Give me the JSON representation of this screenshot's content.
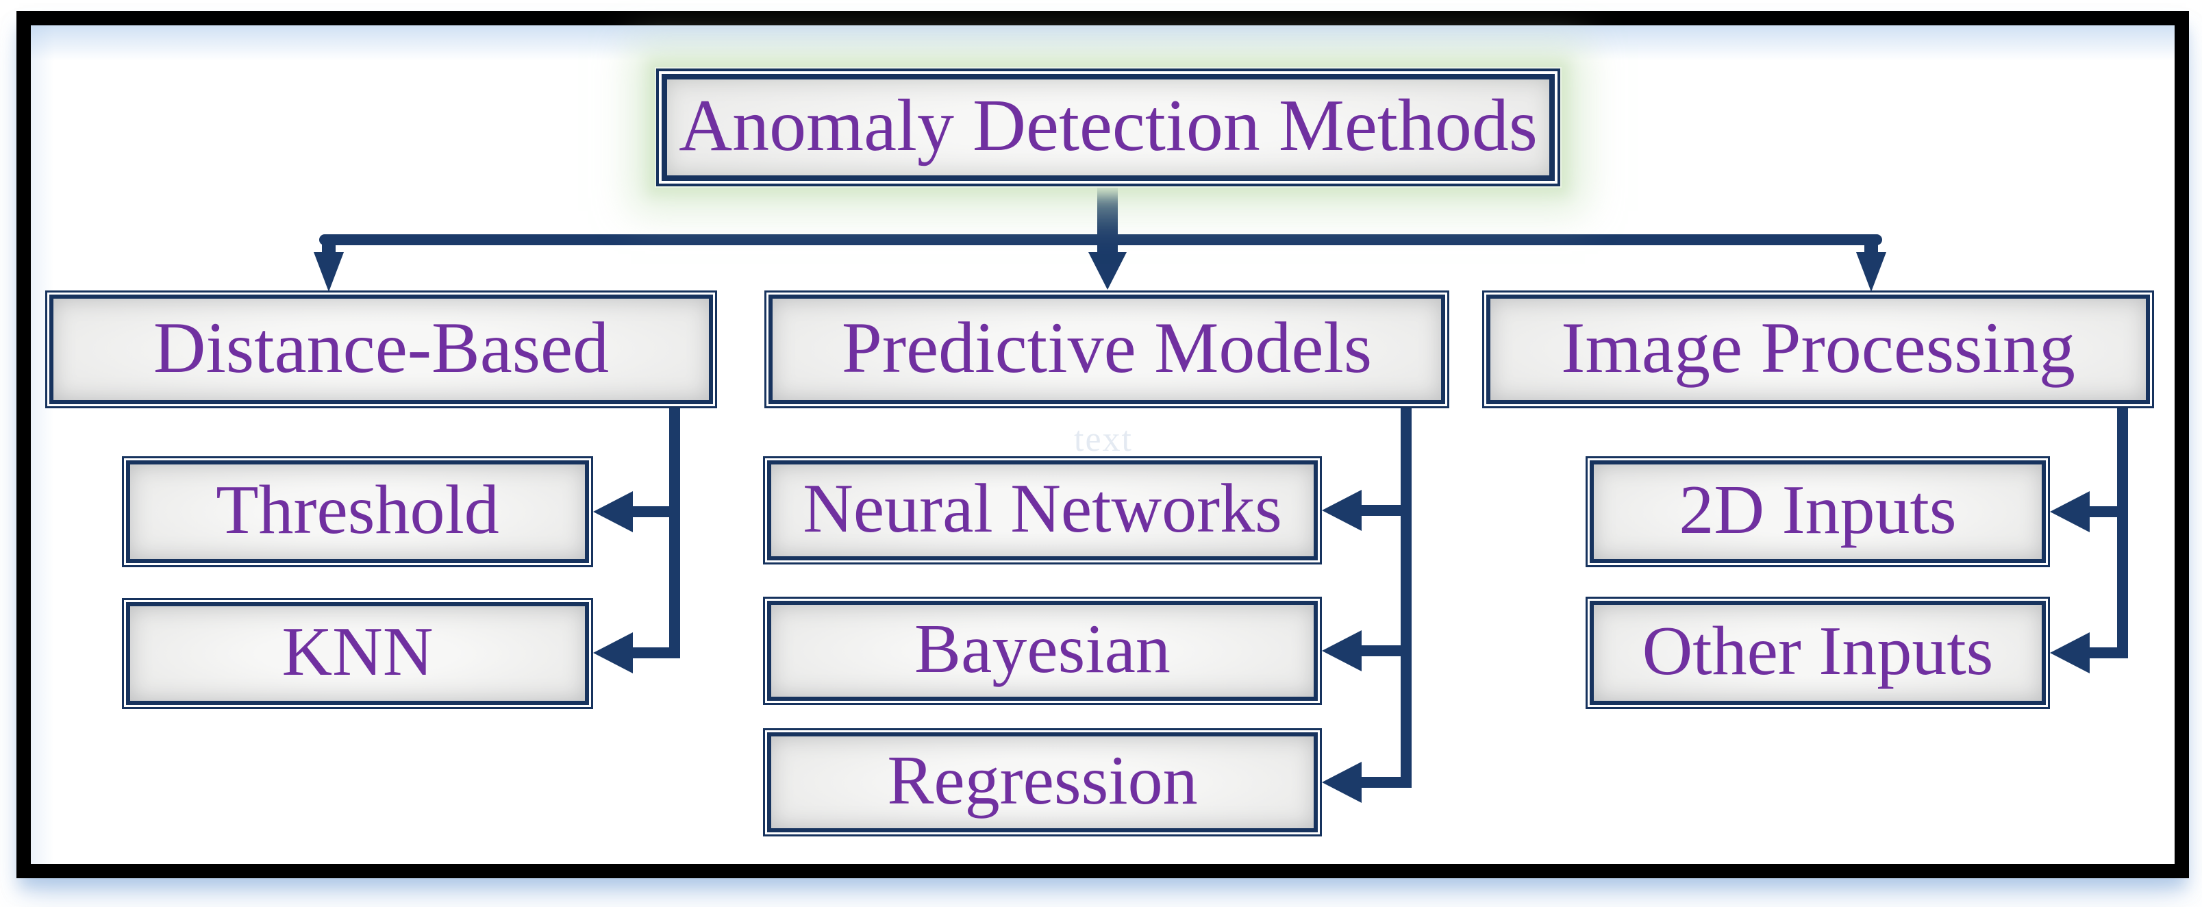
{
  "diagram": {
    "root": {
      "label": "Anomaly Detection Methods"
    },
    "branches": [
      {
        "label": "Distance-Based",
        "children": [
          {
            "label": "Threshold"
          },
          {
            "label": "KNN"
          }
        ]
      },
      {
        "label": "Predictive Models",
        "children": [
          {
            "label": "Neural Networks"
          },
          {
            "label": "Bayesian"
          },
          {
            "label": "Regression"
          }
        ]
      },
      {
        "label": "Image Processing",
        "children": [
          {
            "label": "2D Inputs"
          },
          {
            "label": "Other Inputs"
          }
        ]
      }
    ],
    "watermark": "text"
  },
  "palette": {
    "connector_navy": "#1b3a69",
    "border_navy": "#17335e",
    "label_purple": "#7030a0",
    "node_fill": "#ededed",
    "root_glow_green": "#cde4c3",
    "frame_black": "#000000",
    "frame_glow_blue": "#b5cfec",
    "background_white": "#ffffff"
  }
}
